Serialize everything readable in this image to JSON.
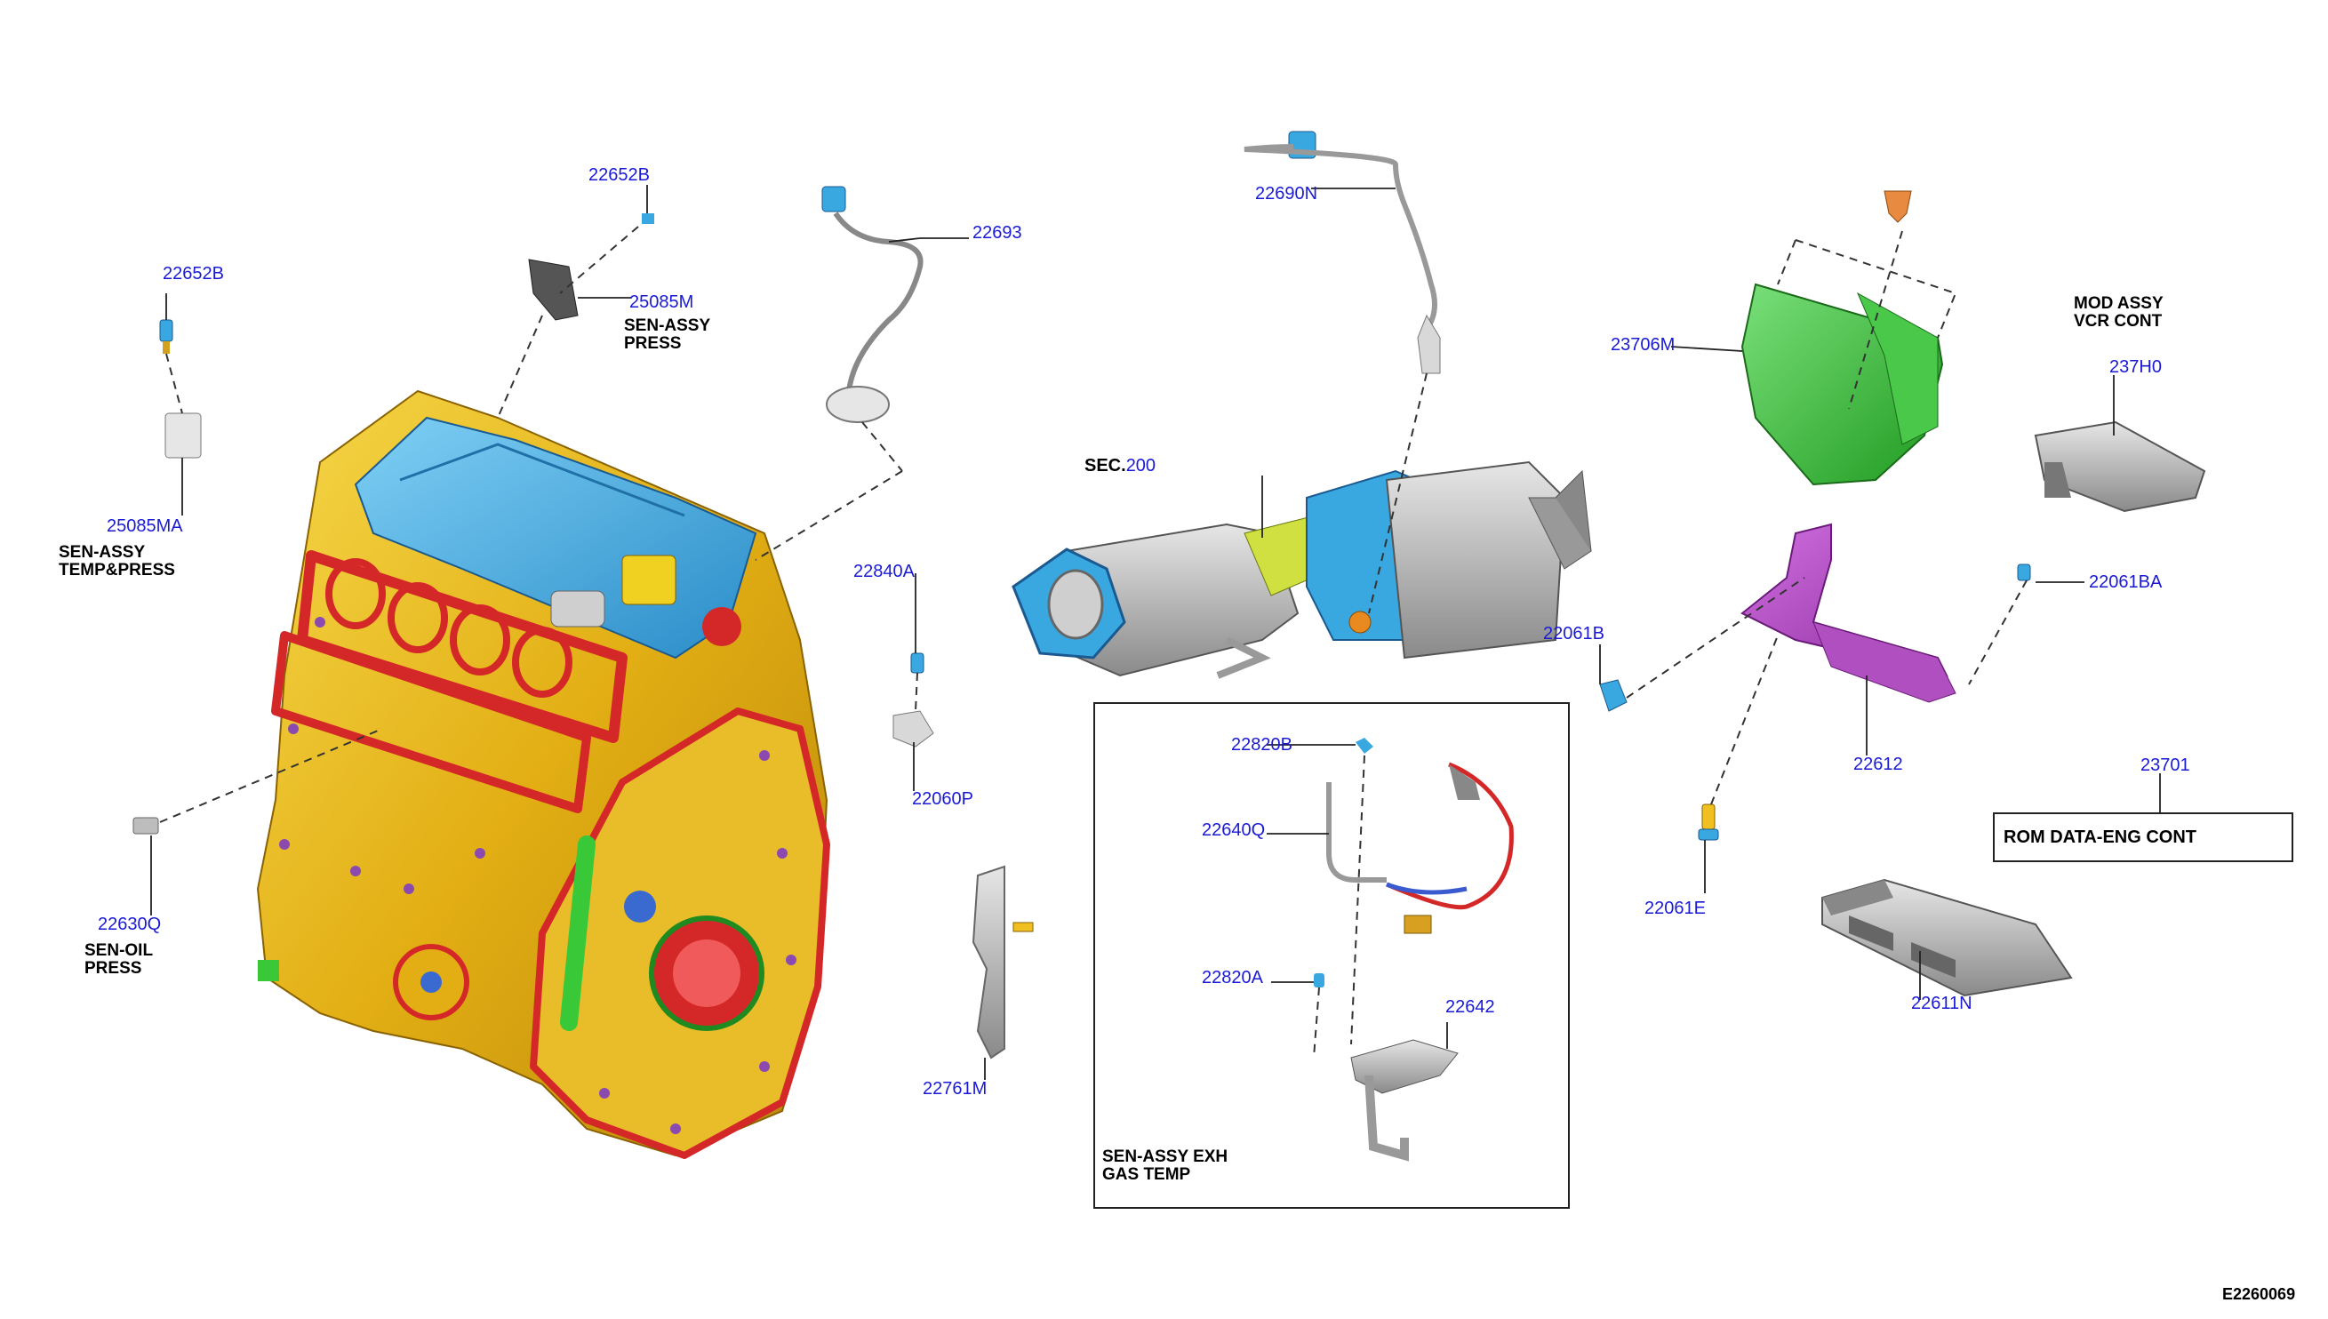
{
  "parts": [
    {
      "id": "22652B_top",
      "num": "22652B"
    },
    {
      "id": "22652B_left",
      "num": "22652B"
    },
    {
      "id": "25085M",
      "num": "25085M"
    },
    {
      "id": "22693",
      "num": "22693"
    },
    {
      "id": "25085MA",
      "num": "25085MA"
    },
    {
      "id": "22840A",
      "num": "22840A"
    },
    {
      "id": "22060P",
      "num": "22060P"
    },
    {
      "id": "22630Q",
      "num": "22630Q"
    },
    {
      "id": "22761M",
      "num": "22761M"
    },
    {
      "id": "22690N",
      "num": "22690N"
    },
    {
      "id": "22820B",
      "num": "22820B"
    },
    {
      "id": "22640Q",
      "num": "22640Q"
    },
    {
      "id": "22820A",
      "num": "22820A"
    },
    {
      "id": "22642",
      "num": "22642"
    },
    {
      "id": "23706M",
      "num": "23706M"
    },
    {
      "id": "22061B",
      "num": "22061B"
    },
    {
      "id": "22612",
      "num": "22612"
    },
    {
      "id": "22061BA",
      "num": "22061BA"
    },
    {
      "id": "237H0",
      "num": "237H0"
    },
    {
      "id": "22061E",
      "num": "22061E"
    },
    {
      "id": "23701",
      "num": "23701"
    },
    {
      "id": "22611N",
      "num": "22611N"
    }
  ],
  "names": {
    "sen_assy_press": [
      "SEN-ASSY",
      "PRESS"
    ],
    "sen_assy_temp_press": [
      "SEN-ASSY",
      "TEMP&PRESS"
    ],
    "sen_oil_press": [
      "SEN-OIL",
      "PRESS"
    ],
    "sen_assy_exh_gas_temp": [
      "SEN-ASSY EXH",
      "GAS TEMP"
    ],
    "mod_assy_vcr_cont": [
      "MOD ASSY",
      "VCR CONT"
    ],
    "rom_data_eng_cont": "ROM DATA-ENG CONT"
  },
  "section_ref": {
    "prefix": "SEC.",
    "number": "200"
  },
  "diagram_code": "E2260069",
  "colors": {
    "part_number": "#1a1ad6",
    "engine_block": "#e8b818",
    "cylinder_head": "#3aa8e0",
    "gasket": "#d42828",
    "bracket_purple": "#a040b0",
    "cover_green": "#38b838"
  }
}
